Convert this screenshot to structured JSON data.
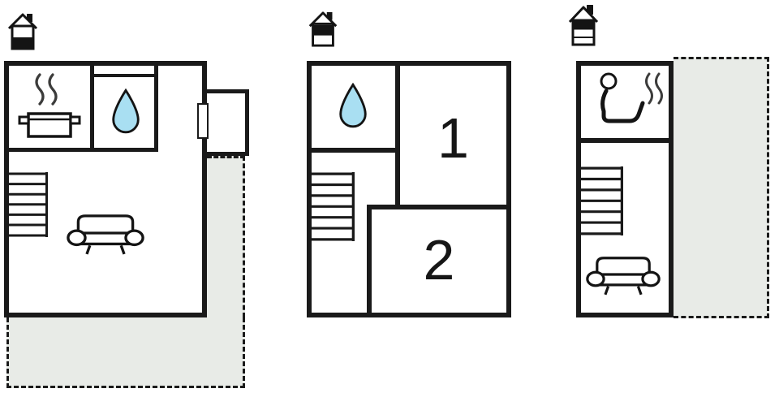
{
  "diagram": {
    "type": "floor-plan",
    "floor_count": 3
  },
  "colors": {
    "wall": "#1a1a1a",
    "water_drop": "#a9dff2",
    "terrace_fill": "#e8ebe7",
    "background": "#ffffff"
  },
  "floorplans": [
    {
      "id": "ground-floor",
      "house_icon": {
        "name": "house-level-icon",
        "highlighted_level": "bottom"
      },
      "rooms": [],
      "features": [
        {
          "icon": "cooking-pot-icon",
          "area": "kitchen"
        },
        {
          "icon": "water-drop-icon",
          "area": "sink"
        },
        {
          "icon": "stairs-icon",
          "area": "stairs"
        },
        {
          "icon": "sofa-icon",
          "area": "living-room"
        },
        {
          "icon": "door-icon",
          "area": "entrance"
        },
        {
          "area": "terrace",
          "style": "dashed-outline"
        }
      ]
    },
    {
      "id": "first-floor",
      "house_icon": {
        "name": "house-level-icon",
        "highlighted_level": "middle"
      },
      "rooms": [
        {
          "label": "1"
        },
        {
          "label": "2"
        }
      ],
      "features": [
        {
          "icon": "water-drop-icon",
          "area": "bathroom"
        },
        {
          "icon": "stairs-icon",
          "area": "stairs"
        }
      ]
    },
    {
      "id": "top-floor",
      "house_icon": {
        "name": "house-level-icon",
        "highlighted_level": "top"
      },
      "rooms": [],
      "features": [
        {
          "icon": "sauna-icon",
          "area": "sauna"
        },
        {
          "icon": "stairs-icon",
          "area": "stairs"
        },
        {
          "icon": "sofa-icon",
          "area": "living-room"
        },
        {
          "area": "terrace",
          "style": "dashed-outline"
        }
      ]
    }
  ]
}
